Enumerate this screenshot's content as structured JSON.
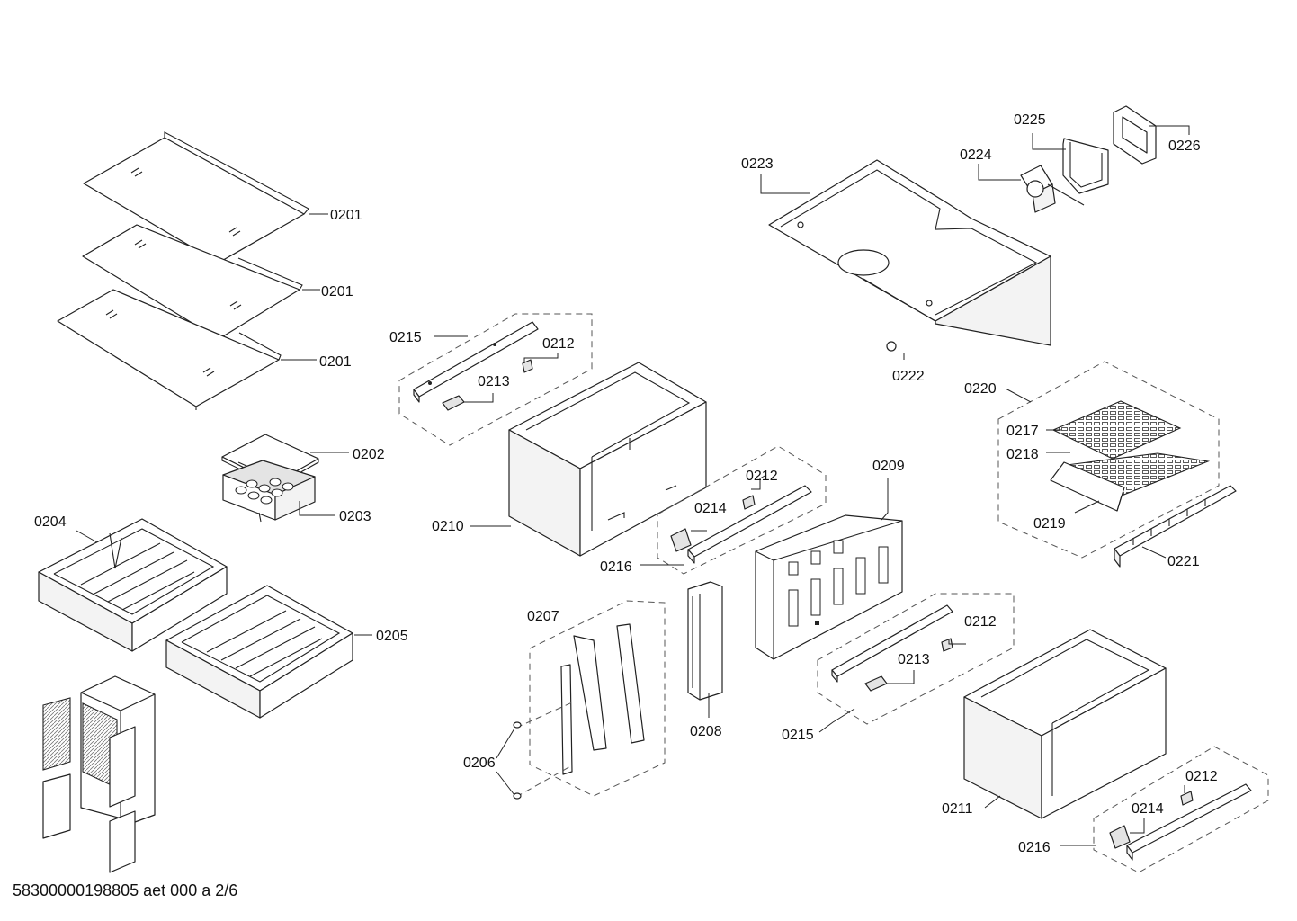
{
  "labels": {
    "l0201a": "0201",
    "l0201b": "0201",
    "l0201c": "0201",
    "l0202": "0202",
    "l0203": "0203",
    "l0204": "0204",
    "l0205": "0205",
    "l0206": "0206",
    "l0207": "0207",
    "l0208": "0208",
    "l0209": "0209",
    "l0210": "0210",
    "l0211": "0211",
    "l0212a": "0212",
    "l0212b": "0212",
    "l0212c": "0212",
    "l0212d": "0212",
    "l0213a": "0213",
    "l0213b": "0213",
    "l0214a": "0214",
    "l0214b": "0214",
    "l0215a": "0215",
    "l0215b": "0215",
    "l0216a": "0216",
    "l0216b": "0216",
    "l0217": "0217",
    "l0218": "0218",
    "l0219": "0219",
    "l0220": "0220",
    "l0221": "0221",
    "l0222": "0222",
    "l0223": "0223",
    "l0224": "0224",
    "l0225": "0225",
    "l0226": "0226"
  },
  "footer": "58300000198805 aet 000 a 2/6"
}
